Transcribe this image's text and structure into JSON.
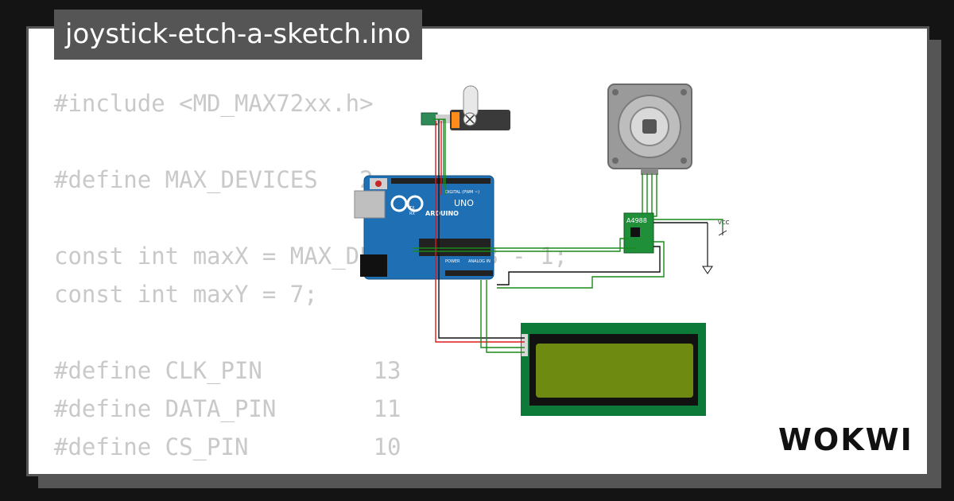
{
  "title": "joystick-etch-a-sketch.ino",
  "code_lines": [
    "#include <MD_MAX72xx.h>",
    "",
    "#define MAX_DEVICES   2",
    "",
    "const int maxX = MAX_DEVICES * 8 - 1;",
    "const int maxY = 7;",
    "",
    "#define CLK_PIN        13",
    "#define DATA_PIN       11",
    "#define CS_PIN         10"
  ],
  "board": {
    "logo": "ARDUINO",
    "model": "UNO",
    "digital_label": "DIGITAL (PWM ~)",
    "analog_label": "ANALOG IN",
    "power_label": "POWER",
    "tx": "TX",
    "rx": "RX"
  },
  "driver_label": "A4988",
  "vcc_label": "VCC",
  "logo": "WOKWI",
  "colors": {
    "wire_green": "#1a8a1a",
    "wire_red": "#e01818",
    "wire_black": "#111111",
    "board_blue": "#1f6fb5",
    "lcd_green": "#0e7a3a",
    "lcd_screen": "#6e8a10"
  }
}
